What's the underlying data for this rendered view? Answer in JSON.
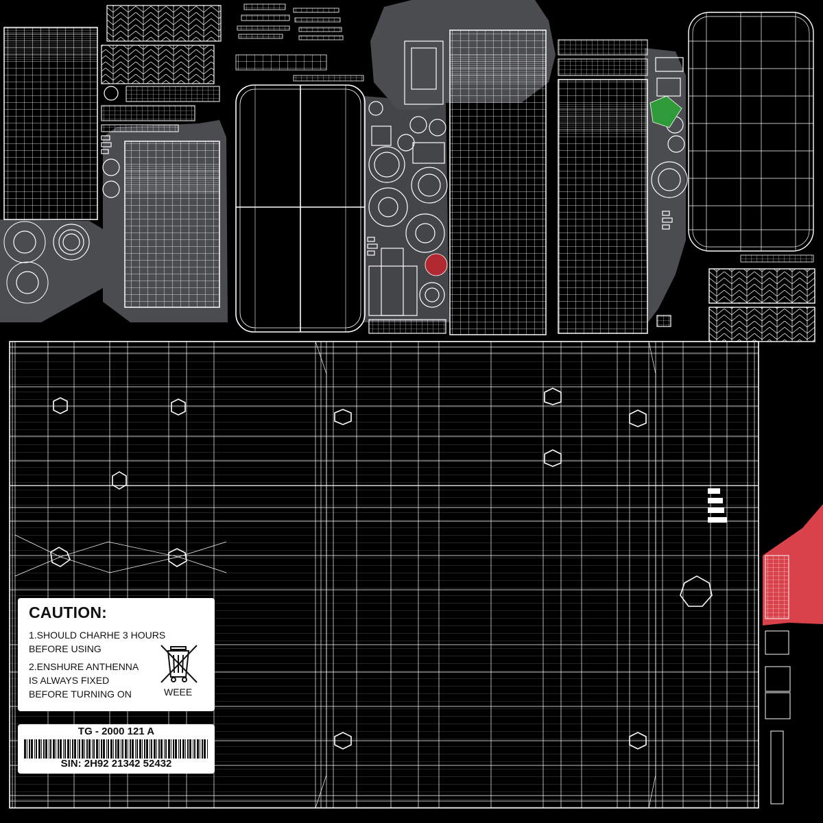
{
  "caution_label": {
    "title": "CAUTION:",
    "line1": "1.SHOULD CHARHE 3 HOURS",
    "line2": "BEFORE USING",
    "line3": "2.ENSHURE ANTHENNA",
    "line4": "IS ALWAYS FIXED",
    "line5": "BEFORE TURNING ON",
    "weee": "WEEE"
  },
  "serial_label": {
    "model": "TG - 2000 121 A",
    "sin": "SIN: 2H92 21342 52432"
  },
  "colors": {
    "background": "#000000",
    "wire": "#ffffff",
    "shell": "#4a4c50",
    "accent_red": "#d9424a",
    "accent_green": "#2f9a3a",
    "label_bg": "#ffffff"
  }
}
